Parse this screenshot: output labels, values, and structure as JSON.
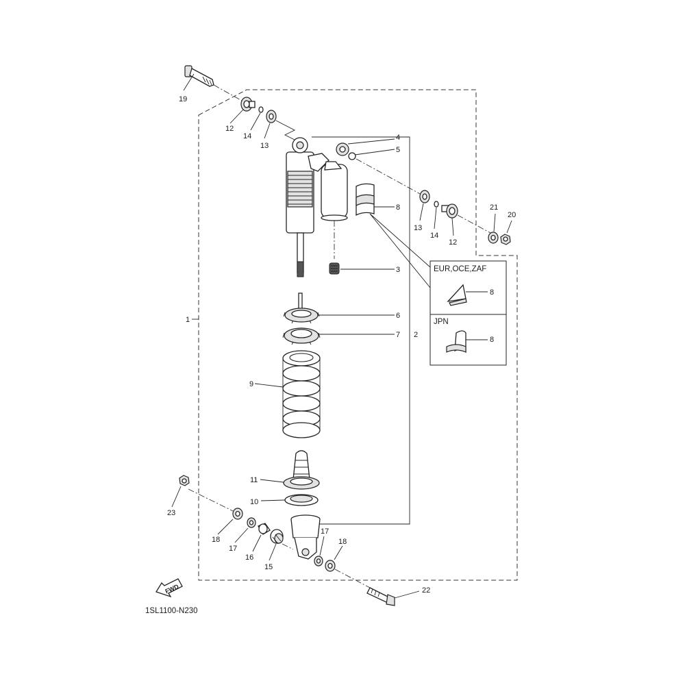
{
  "diagram": {
    "code": "1SL1100-N230",
    "fwd_label": "FWD",
    "callouts": {
      "c1": "1",
      "c2": "2",
      "c3": "3",
      "c4": "4",
      "c5": "5",
      "c6": "6",
      "c7": "7",
      "c8_main": "8",
      "c8_eur": "8",
      "c8_jpn": "8",
      "c9": "9",
      "c10": "10",
      "c11": "11",
      "c12_top": "12",
      "c12_right": "12",
      "c13_top": "13",
      "c13_right": "13",
      "c14_top": "14",
      "c14_right": "14",
      "c15": "15",
      "c16": "16",
      "c17_left": "17",
      "c17_right": "17",
      "c18_left": "18",
      "c18_right": "18",
      "c19": "19",
      "c20": "20",
      "c21": "21",
      "c22": "22",
      "c23": "23"
    },
    "variants": [
      {
        "region": "EUR,OCE,ZAF"
      },
      {
        "region": "JPN"
      }
    ]
  }
}
